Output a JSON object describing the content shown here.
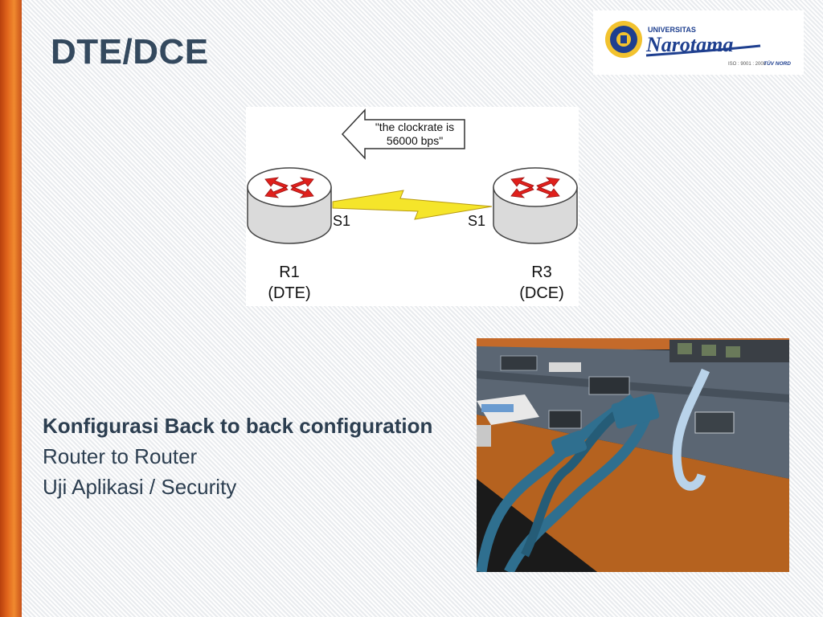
{
  "slide": {
    "title": "DTE/DCE",
    "accent_color": "#e2661c",
    "title_color": "#34495e",
    "text_lines": [
      "Konfigurasi Back to back configuration",
      "Router to Router",
      "Uji Aplikasi / Security"
    ]
  },
  "logo": {
    "university_label": "UNIVERSITAS",
    "university_name": "Narotama",
    "cert_text": "ISO : 9001 : 2008",
    "cert_body": "TÜV NORD",
    "brand_color": "#1e3f8f",
    "seal_color": "#f2c22e"
  },
  "diagram": {
    "callout_line1": "\"the clockrate is",
    "callout_line2": "56000 bps\"",
    "left_router": {
      "name": "R1",
      "role": "(DTE)",
      "interface": "S1"
    },
    "right_router": {
      "name": "R3",
      "role": "(DCE)",
      "interface": "S1"
    },
    "link_color": "#f5e52a",
    "arrow_color": "#e0201c"
  }
}
